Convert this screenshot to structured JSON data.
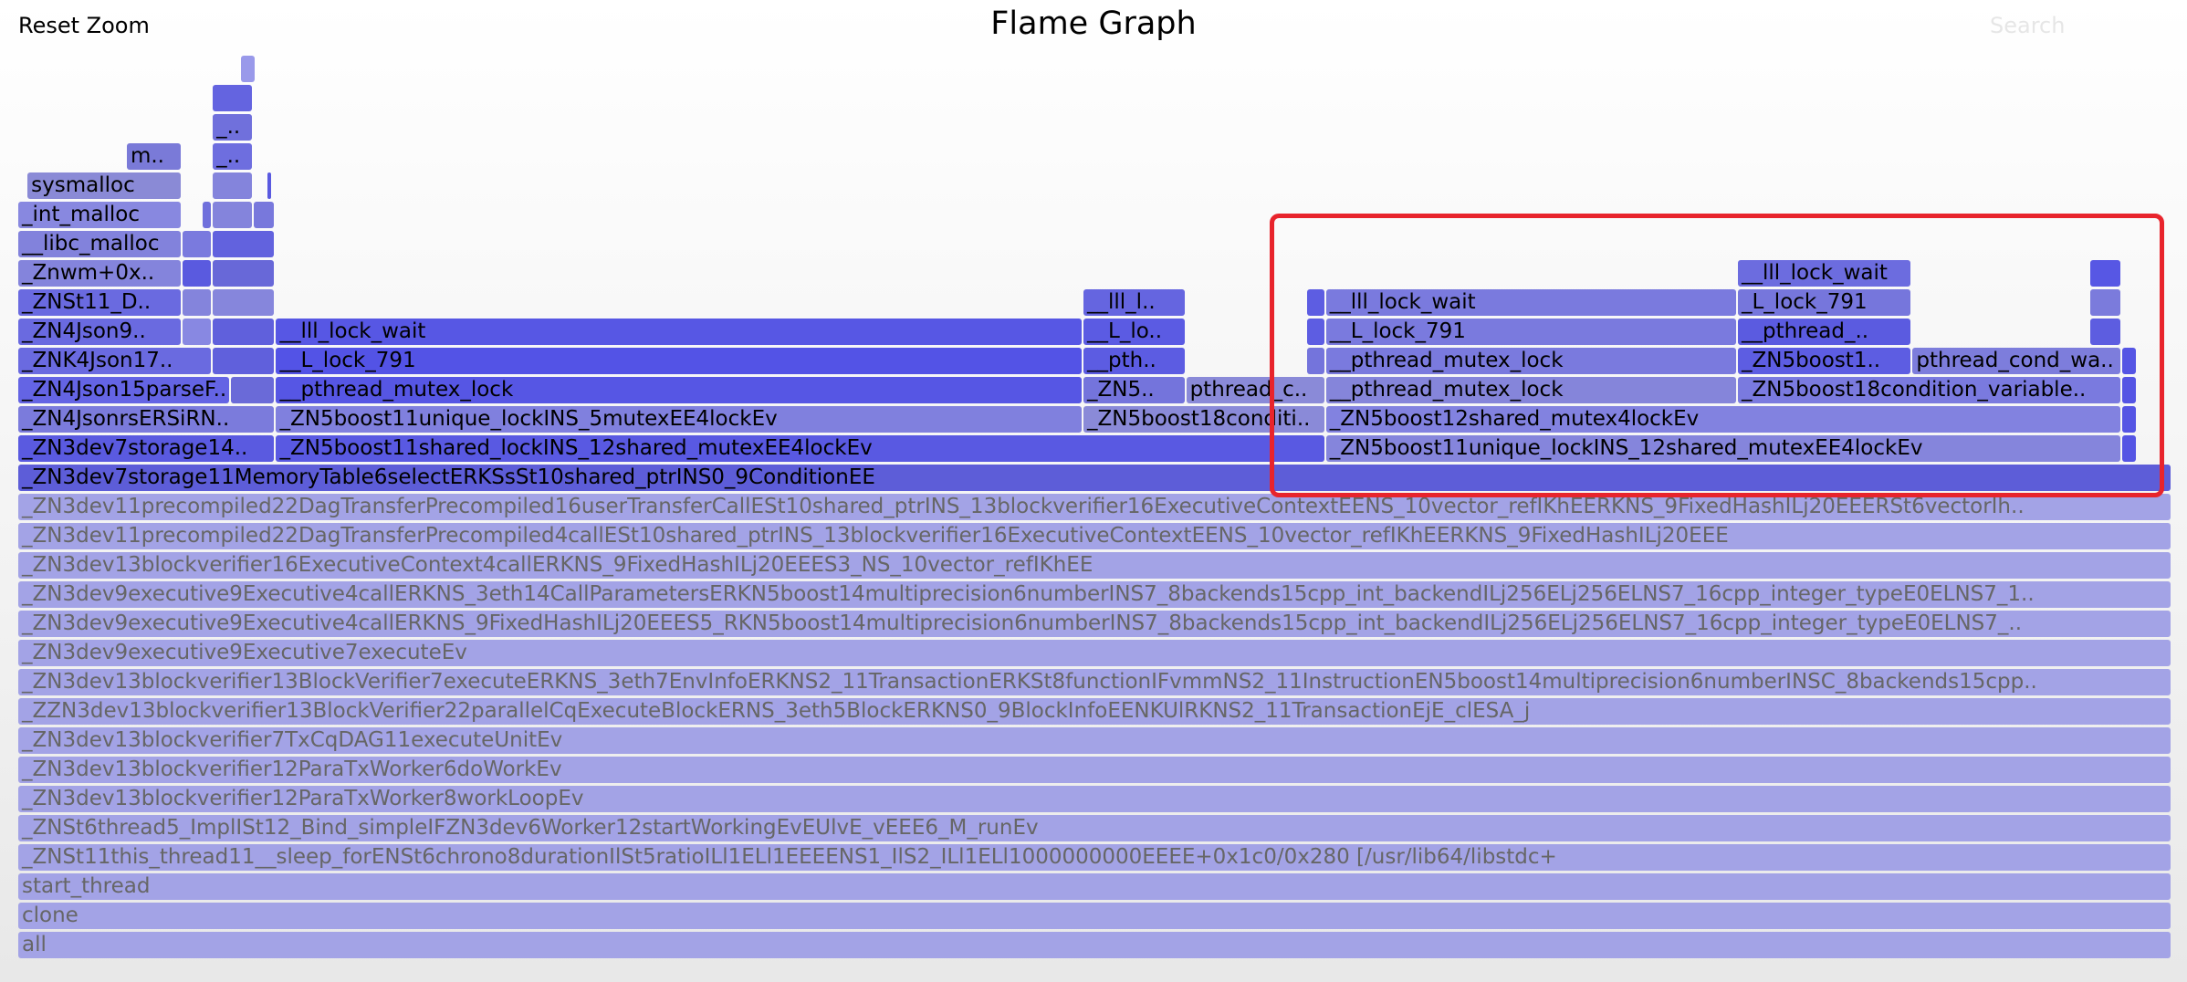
{
  "header": {
    "reset_zoom": "Reset Zoom",
    "title": "Flame Graph",
    "search": "Search"
  },
  "frames": [
    {
      "label": "all",
      "depth": 0,
      "start": 0,
      "end": 1,
      "muted": true
    },
    {
      "label": "clone",
      "depth": 1,
      "start": 0,
      "end": 1,
      "muted": true
    },
    {
      "label": "start_thread",
      "depth": 2,
      "start": 0,
      "end": 1,
      "muted": true
    },
    {
      "label": "_ZNSt11this_thread11__sleep_forENSt6chrono8durationIlSt5ratioILl1ELl1EEEENS1_IlS2_ILl1ELl1000000000EEEE+0x1c0/0x280 [/usr/lib64/libstdc+",
      "depth": 3,
      "start": 0,
      "end": 1,
      "muted": true
    },
    {
      "label": "_ZNSt6thread5_ImplISt12_Bind_simpleIFZN3dev6Worker12startWorkingEvEUlvE_vEEE6_M_runEv",
      "depth": 4,
      "start": 0,
      "end": 1,
      "muted": true
    },
    {
      "label": "_ZN3dev13blockverifier12ParaTxWorker8workLoopEv",
      "depth": 5,
      "start": 0,
      "end": 1,
      "muted": true
    },
    {
      "label": "_ZN3dev13blockverifier12ParaTxWorker6doWorkEv",
      "depth": 6,
      "start": 0,
      "end": 1,
      "muted": true
    },
    {
      "label": "_ZN3dev13blockverifier7TxCqDAG11executeUnitEv",
      "depth": 7,
      "start": 0,
      "end": 1,
      "muted": true
    },
    {
      "label": "_ZZN3dev13blockverifier13BlockVerifier22parallelCqExecuteBlockERNS_3eth5BlockERKNS0_9BlockInfoEENKUlRKNS2_11TransactionEjE_clESA_j",
      "depth": 8,
      "start": 0,
      "end": 1,
      "muted": true
    },
    {
      "label": "_ZN3dev13blockverifier13BlockVerifier7executeERKNS_3eth7EnvInfoERKNS2_11TransactionERKSt8functionIFvmmNS2_11InstructionEN5boost14multiprecision6numberINSC_8backends15cpp..",
      "depth": 9,
      "start": 0,
      "end": 1,
      "muted": true
    },
    {
      "label": "_ZN3dev9executive9Executive7executeEv",
      "depth": 10,
      "start": 0,
      "end": 1,
      "muted": true
    },
    {
      "label": "_ZN3dev9executive9Executive4callERKNS_9FixedHashILj20EEES5_RKN5boost14multiprecision6numberINS7_8backends15cpp_int_backendILj256ELj256ELNS7_16cpp_integer_typeE0ELNS7_..",
      "depth": 11,
      "start": 0,
      "end": 1,
      "muted": true
    },
    {
      "label": "_ZN3dev9executive9Executive4callERKNS_3eth14CallParametersERKN5boost14multiprecision6numberINS7_8backends15cpp_int_backendILj256ELj256ELNS7_16cpp_integer_typeE0ELNS7_1..",
      "depth": 12,
      "start": 0,
      "end": 1,
      "muted": true
    },
    {
      "label": "_ZN3dev13blockverifier16ExecutiveContext4callERKNS_9FixedHashILj20EEES3_NS_10vector_refIKhEE",
      "depth": 13,
      "start": 0,
      "end": 1,
      "muted": true
    },
    {
      "label": "_ZN3dev11precompiled22DagTransferPrecompiled4callESt10shared_ptrINS_13blockverifier16ExecutiveContextEENS_10vector_refIKhEERKNS_9FixedHashILj20EEE",
      "depth": 14,
      "start": 0,
      "end": 1,
      "muted": true
    },
    {
      "label": "_ZN3dev11precompiled22DagTransferPrecompiled16userTransferCallESt10shared_ptrINS_13blockverifier16ExecutiveContextEENS_10vector_refIKhEERKNS_9FixedHashILj20EEERSt6vectorIh..",
      "depth": 15,
      "start": 0,
      "end": 1,
      "muted": true
    },
    {
      "label": "_ZN3dev7storage11MemoryTable6selectERKSsSt10shared_ptrINS0_9ConditionEE",
      "depth": 16,
      "start": 0,
      "end": 1,
      "color": "#5d5dd8"
    },
    {
      "label": "_ZN3dev7storage14..",
      "depth": 17,
      "start": 0,
      "end": 0.1197,
      "color": "#5a5ae0"
    },
    {
      "label": "_ZN5boost11shared_lockINS_12shared_mutexEE4lockEv",
      "depth": 17,
      "start": 0.1197,
      "end": 0.6071,
      "color": "#5959e2"
    },
    {
      "label": "_ZN5boost11unique_lockINS_12shared_mutexEE4lockEv",
      "depth": 17,
      "start": 0.6071,
      "end": 0.9767,
      "color": "#8585dc"
    },
    {
      "label": "",
      "depth": 17,
      "start": 0.9767,
      "end": 0.9838,
      "color": "#5555e4"
    },
    {
      "label": "_ZN4JsonrsERSiRN..",
      "depth": 18,
      "start": 0,
      "end": 0.1197,
      "color": "#7b7bdc"
    },
    {
      "label": "_ZN5boost11unique_lockINS_5mutexEE4lockEv",
      "depth": 18,
      "start": 0.1197,
      "end": 0.4945,
      "color": "#8080de"
    },
    {
      "label": "_ZN5boost18conditi..",
      "depth": 18,
      "start": 0.4945,
      "end": 0.6071,
      "color": "#8a8ad8"
    },
    {
      "label": "_ZN5boost12shared_mutex4lockEv",
      "depth": 18,
      "start": 0.6071,
      "end": 0.9767,
      "color": "#8282e0"
    },
    {
      "label": "",
      "depth": 18,
      "start": 0.9767,
      "end": 0.9838,
      "color": "#5555e4"
    },
    {
      "label": "_ZN4Json15parseF..",
      "depth": 19,
      "start": 0,
      "end": 0.0988,
      "color": "#6464e4"
    },
    {
      "label": "",
      "depth": 19,
      "start": 0.0988,
      "end": 0.1197,
      "color": "#6a6ad8"
    },
    {
      "label": "__pthread_mutex_lock",
      "depth": 19,
      "start": 0.1197,
      "end": 0.4945,
      "color": "#5656e4"
    },
    {
      "label": "_ZN5..",
      "depth": 19,
      "start": 0.4945,
      "end": 0.5422,
      "color": "#7474dc"
    },
    {
      "label": "pthread_c..",
      "depth": 19,
      "start": 0.5422,
      "end": 0.6071,
      "color": "#8a8ad8"
    },
    {
      "label": "__pthread_mutex_lock",
      "depth": 19,
      "start": 0.6071,
      "end": 0.7983,
      "color": "#8585da"
    },
    {
      "label": "_ZN5boost18condition_variable..",
      "depth": 19,
      "start": 0.7983,
      "end": 0.9767,
      "color": "#7a7adf"
    },
    {
      "label": "",
      "depth": 19,
      "start": 0.9767,
      "end": 0.9838,
      "color": "#5555e4"
    },
    {
      "label": "_ZNK4Json17..",
      "depth": 20,
      "start": 0,
      "end": 0.0903,
      "color": "#6a6ae0"
    },
    {
      "label": "",
      "depth": 20,
      "start": 0.0903,
      "end": 0.1197,
      "color": "#6060dc"
    },
    {
      "label": "__L_lock_791",
      "depth": 20,
      "start": 0.1197,
      "end": 0.4945,
      "color": "#5353e6"
    },
    {
      "label": "__pth..",
      "depth": 20,
      "start": 0.4945,
      "end": 0.5422,
      "color": "#5c5ce2"
    },
    {
      "label": "",
      "depth": 20,
      "start": 0.5981,
      "end": 0.6071,
      "color": "#7474dc"
    },
    {
      "label": "__pthread_mutex_lock",
      "depth": 20,
      "start": 0.6071,
      "end": 0.7983,
      "color": "#7a7ade"
    },
    {
      "label": "_ZN5boost1..",
      "depth": 20,
      "start": 0.7983,
      "end": 0.8794,
      "color": "#5d5de2"
    },
    {
      "label": "pthread_cond_wa..",
      "depth": 20,
      "start": 0.8794,
      "end": 0.9767,
      "color": "#7d7ddc"
    },
    {
      "label": "",
      "depth": 20,
      "start": 0.9767,
      "end": 0.9838,
      "color": "#5555e4"
    },
    {
      "label": "_ZN4Json9..",
      "depth": 21,
      "start": 0,
      "end": 0.0761,
      "color": "#6a6ae0"
    },
    {
      "label": "",
      "depth": 21,
      "start": 0.0761,
      "end": 0.0903,
      "color": "#8888e2"
    },
    {
      "label": "",
      "depth": 21,
      "start": 0.0903,
      "end": 0.1197,
      "color": "#6060dc"
    },
    {
      "label": "__lll_lock_wait",
      "depth": 21,
      "start": 0.1197,
      "end": 0.4945,
      "color": "#5757e4"
    },
    {
      "label": "__L_lo..",
      "depth": 21,
      "start": 0.4945,
      "end": 0.5422,
      "color": "#5b5be3"
    },
    {
      "label": "",
      "depth": 21,
      "start": 0.5981,
      "end": 0.6071,
      "color": "#5d5de2"
    },
    {
      "label": "__L_lock_791",
      "depth": 21,
      "start": 0.6071,
      "end": 0.7983,
      "color": "#7a7ade"
    },
    {
      "label": "__pthread_..",
      "depth": 21,
      "start": 0.7983,
      "end": 0.8794,
      "color": "#5b5be0"
    },
    {
      "label": "",
      "depth": 21,
      "start": 0.9617,
      "end": 0.9767,
      "color": "#5d5de0"
    },
    {
      "label": "_ZNSt11_D..",
      "depth": 22,
      "start": 0,
      "end": 0.0761,
      "color": "#6a6ae0"
    },
    {
      "label": "",
      "depth": 22,
      "start": 0.0761,
      "end": 0.0903,
      "color": "#8484dc"
    },
    {
      "label": "",
      "depth": 22,
      "start": 0.0903,
      "end": 0.1197,
      "color": "#8686dc"
    },
    {
      "label": "__lll_l..",
      "depth": 22,
      "start": 0.4945,
      "end": 0.5422,
      "color": "#6565e0"
    },
    {
      "label": "",
      "depth": 22,
      "start": 0.5981,
      "end": 0.6071,
      "color": "#5d5de2"
    },
    {
      "label": "__lll_lock_wait",
      "depth": 22,
      "start": 0.6071,
      "end": 0.7983,
      "color": "#7a7ade"
    },
    {
      "label": "_L_lock_791",
      "depth": 22,
      "start": 0.7983,
      "end": 0.8794,
      "color": "#7676dc"
    },
    {
      "label": "",
      "depth": 22,
      "start": 0.9617,
      "end": 0.9767,
      "color": "#7b7bdc"
    },
    {
      "label": "_Znwm+0x..",
      "depth": 23,
      "start": 0,
      "end": 0.0761,
      "color": "#8484dc"
    },
    {
      "label": "",
      "depth": 23,
      "start": 0.0761,
      "end": 0.0903,
      "color": "#5a5adf"
    },
    {
      "label": "",
      "depth": 23,
      "start": 0.0903,
      "end": 0.1197,
      "color": "#6868d8"
    },
    {
      "label": "__lll_lock_wait",
      "depth": 23,
      "start": 0.7983,
      "end": 0.8794,
      "color": "#6c6cdf"
    },
    {
      "label": "",
      "depth": 23,
      "start": 0.9617,
      "end": 0.9767,
      "color": "#5757e4"
    },
    {
      "label": "__libc_malloc",
      "depth": 24,
      "start": 0,
      "end": 0.0761,
      "color": "#8282dc"
    },
    {
      "label": "",
      "depth": 24,
      "start": 0.0761,
      "end": 0.0903,
      "color": "#7a7ade"
    },
    {
      "label": "",
      "depth": 24,
      "start": 0.0903,
      "end": 0.1197,
      "color": "#6262de"
    },
    {
      "label": "_int_malloc",
      "depth": 25,
      "start": 0,
      "end": 0.0761,
      "color": "#8888e0"
    },
    {
      "label": "",
      "depth": 25,
      "start": 0.0858,
      "end": 0.0903,
      "color": "#7070dc"
    },
    {
      "label": "",
      "depth": 25,
      "start": 0.0903,
      "end": 0.1093,
      "color": "#8484dc"
    },
    {
      "label": "",
      "depth": 25,
      "start": 0.1093,
      "end": 0.1197,
      "color": "#7878dc"
    },
    {
      "label": "sysmalloc",
      "depth": 26,
      "start": 0.0043,
      "end": 0.0761,
      "color": "#8a8ad6"
    },
    {
      "label": "",
      "depth": 26,
      "start": 0.0903,
      "end": 0.1093,
      "color": "#8484dc"
    },
    {
      "label": "",
      "depth": 26,
      "start": 0.1155,
      "end": 0.1177,
      "color": "#5a5ae0"
    },
    {
      "label": "m..",
      "depth": 27,
      "start": 0.0504,
      "end": 0.0761,
      "color": "#7a7ad8"
    },
    {
      "label": "_..",
      "depth": 27,
      "start": 0.0903,
      "end": 0.1093,
      "color": "#6e6edf"
    },
    {
      "label": "_..",
      "depth": 28,
      "start": 0.0903,
      "end": 0.1093,
      "color": "#7070dc"
    },
    {
      "label": "",
      "depth": 29,
      "start": 0.0903,
      "end": 0.1093,
      "color": "#6464e0"
    },
    {
      "label": "",
      "depth": 30,
      "start": 0.1035,
      "end": 0.1107,
      "color": "#9999ea"
    }
  ]
}
